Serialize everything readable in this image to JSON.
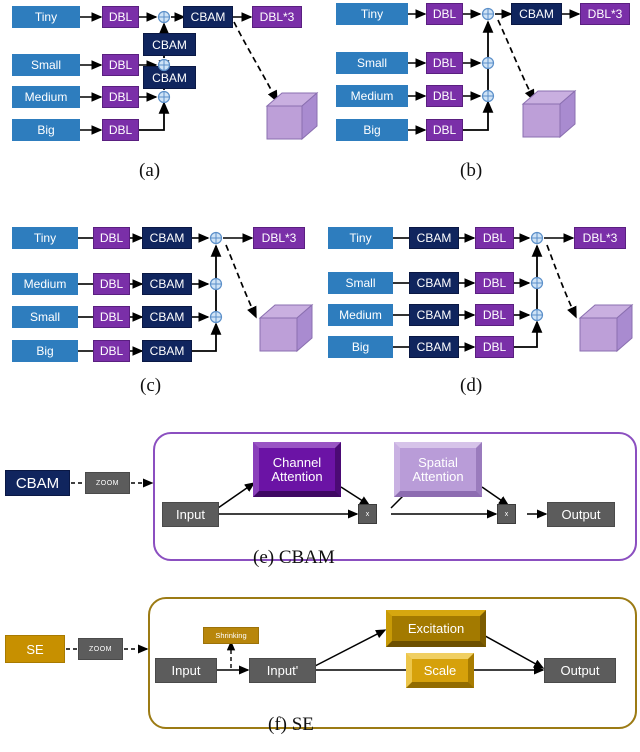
{
  "figure": {
    "colors": {
      "scale_blue": "#2E7DBE",
      "dbl_purple": "#7A2FA8",
      "cbam_navy": "#10255E",
      "cube_purple": "#B99CD8",
      "gray_box": "#5C5C5C",
      "se_gold": "#C79000",
      "channel_attention": "#6B13A5",
      "spatial_attention": "#B99CD8",
      "junction_node": "#BBD9F2",
      "cbam_panel_border": "#8B4FC0",
      "se_panel_border": "#9c7b14"
    },
    "labels": {
      "tiny": "Tiny",
      "small": "Small",
      "medium": "Medium",
      "big": "Big",
      "dbl": "DBL",
      "dbl3": "DBL*3",
      "cbam": "CBAM",
      "se": "SE",
      "zoom": "ZOOM",
      "input": "Input",
      "input_prime": "Input'",
      "output": "Output",
      "multiply": "x",
      "channel_attention": "Channel\nAttention",
      "channel_attention_l1": "Channel",
      "channel_attention_l2": "Attention",
      "spatial_attention_l1": "Spatial",
      "spatial_attention_l2": "Attention",
      "shrinking": "Shrinking",
      "excitation": "Excitation",
      "scale": "Scale"
    },
    "panels": [
      {
        "id": "a",
        "caption": "(a)",
        "scales": [
          "Tiny",
          "Small",
          "Medium",
          "Big"
        ],
        "per_branch_block": "DBL",
        "attention_blocks": [
          "CBAM",
          "CBAM"
        ],
        "head_block": "CBAM",
        "output_block": "DBL*3",
        "description": "DBL on each scale, CBAM inserted between fusion junctions, CBAM before DBL*3 head"
      },
      {
        "id": "b",
        "caption": "(b)",
        "scales": [
          "Tiny",
          "Small",
          "Medium",
          "Big"
        ],
        "per_branch_block": "DBL",
        "attention_blocks": [],
        "head_block": "CBAM",
        "output_block": "DBL*3",
        "description": "DBL on each scale, single CBAM after full fusion, then DBL*3 head"
      },
      {
        "id": "c",
        "caption": "(c)",
        "scales": [
          "Tiny",
          "Medium",
          "Small",
          "Big"
        ],
        "per_branch_block": "DBL",
        "attention_blocks": [
          "CBAM",
          "CBAM",
          "CBAM",
          "CBAM"
        ],
        "head_block": "",
        "output_block": "DBL*3",
        "description": "DBL then CBAM on every scale branch, fuse, then DBL*3 head"
      },
      {
        "id": "d",
        "caption": "(d)",
        "scales": [
          "Tiny",
          "Small",
          "Medium",
          "Big"
        ],
        "per_branch_block": "DBL",
        "attention_blocks": [
          "CBAM",
          "CBAM",
          "CBAM",
          "CBAM"
        ],
        "head_block": "",
        "output_block": "DBL*3",
        "description": "CBAM then DBL on every scale branch, fuse, then DBL*3 head"
      },
      {
        "id": "e",
        "caption": "(e)  CBAM",
        "source_block": "CBAM",
        "zoom_label": "ZOOM",
        "nodes": [
          "Input",
          "Channel Attention",
          "x",
          "Spatial Attention",
          "x",
          "Output"
        ],
        "description": "Input multiplied by Channel Attention then by Spatial Attention to give Output"
      },
      {
        "id": "f",
        "caption": "(f)  SE",
        "source_block": "SE",
        "zoom_label": "ZOOM",
        "nodes": [
          "Input",
          "Shrinking",
          "Input'",
          "Excitation",
          "Scale",
          "Output"
        ],
        "description": "Input shrunk to Input', branches to Excitation and Scale, merged into Output"
      }
    ]
  }
}
